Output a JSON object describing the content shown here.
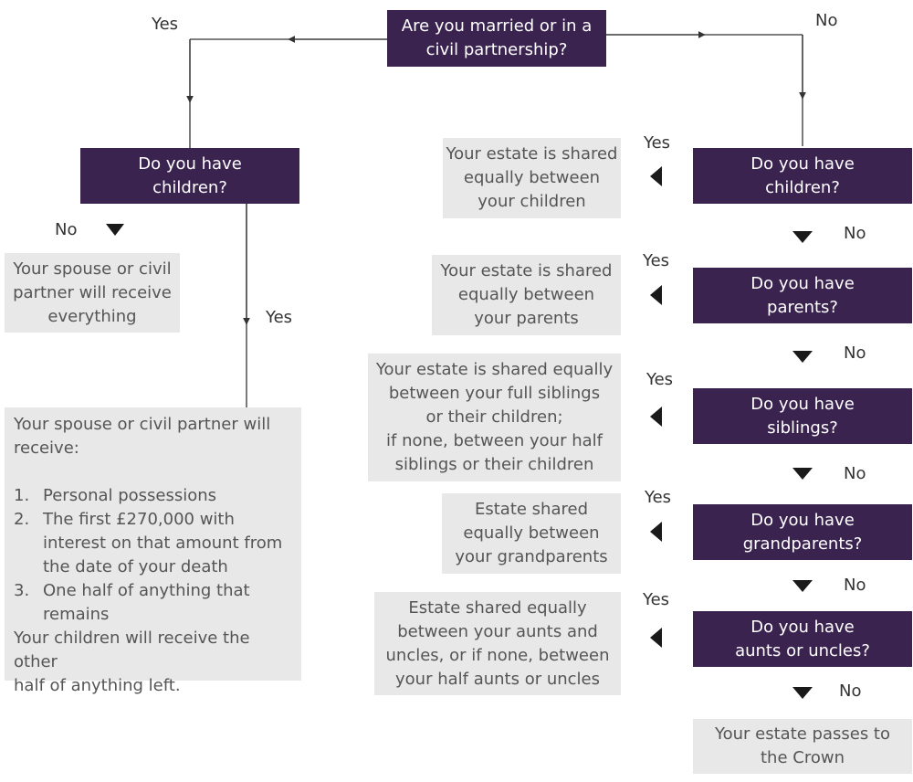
{
  "nodes": {
    "married": "Are you married or in a\ncivil partnership?",
    "left_children": "Do you have\nchildren?",
    "spouse_everything": "Your spouse or civil\npartner will receive\neverything",
    "spouse_receive_intro": "Your spouse or civil partner will\nreceive:",
    "spouse_list": [
      {
        "num": "1.",
        "text": "Personal possessions"
      },
      {
        "num": "2.",
        "text": "The first £270,000 with interest on that amount from the date of your death"
      },
      {
        "num": "3.",
        "text": "One half of anything that remains"
      }
    ],
    "spouse_receive_outro": "Your children will receive the other\nhalf of anything left.",
    "right_children": "Do you have\nchildren?",
    "right_parents": "Do you have\nparents?",
    "right_siblings": "Do you have\nsiblings?",
    "right_grandparents": "Do you have\ngrandparents?",
    "right_aunts": "Do you have\naunts or uncles?",
    "estate_children": "Your estate is shared\nequally between\nyour children",
    "estate_parents": "Your estate is shared\nequally between\nyour parents",
    "estate_siblings": "Your estate is shared equally\nbetween your full siblings\nor their children;\nif none, between your half\nsiblings or their children",
    "estate_grandparents": "Estate shared\nequally between\nyour grandparents",
    "estate_aunts": "Estate shared equally\nbetween your aunts and\nuncles, or if none, between\nyour half aunts or uncles",
    "estate_crown": "Your estate passes to\nthe Crown"
  },
  "labels": {
    "yes": "Yes",
    "no": "No"
  },
  "colors": {
    "question_bg": "#3b2350",
    "answer_bg": "#e8e8e8",
    "line": "#333333"
  }
}
